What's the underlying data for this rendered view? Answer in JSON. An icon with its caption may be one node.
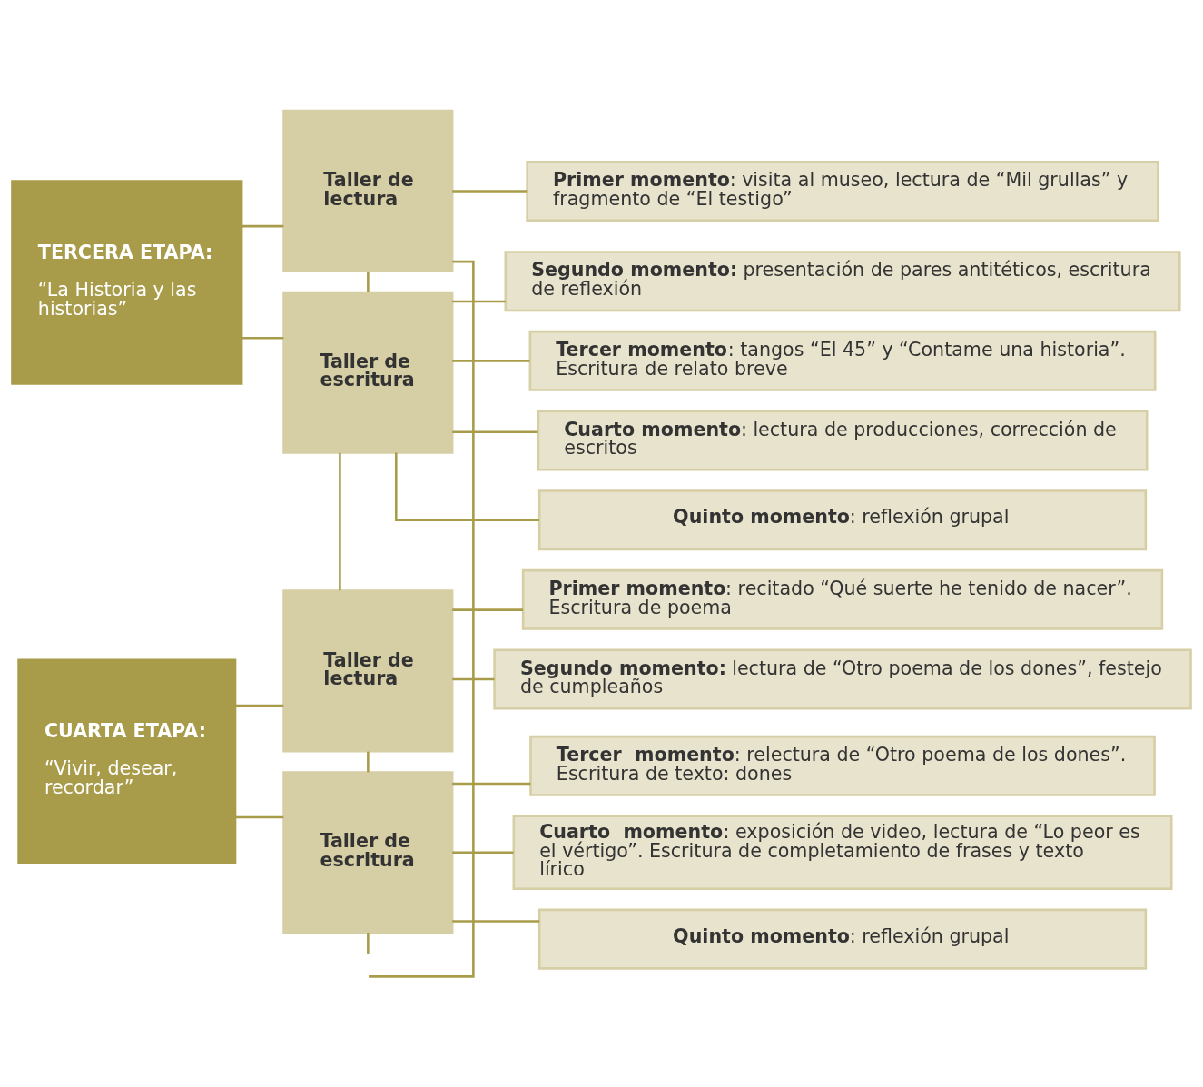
{
  "diagram": {
    "nodes": [
      {
        "text": [
          "TERCERA ETAPA:",
          "“La Historia y las historias”"
        ]
      },
      {
        "text": [
          "Taller de lectura"
        ]
      },
      {
        "text": [
          "Taller de escritura"
        ]
      },
      {
        "text": [
          "**Primer momento**: visita al museo, lectura de “Mil grullas” y fragmento de “El testigo”"
        ]
      },
      {
        "text": [
          "**Segundo momento:** presentación de pares antitéticos, escritura de reflexión"
        ]
      },
      {
        "text": [
          "**Tercer momento**: tangos “El 45” y “Contame una historia”. Escritura de relato breve"
        ]
      },
      {
        "text": [
          "**Cuarto momento**: lectura de producciones, corrección de escritos"
        ]
      },
      {
        "text": [
          "**Quinto momento**: reflexión grupal"
        ]
      },
      {
        "text": [
          "CUARTA ETAPA:",
          "“Vivir, desear, recordar”"
        ]
      },
      {
        "text": [
          "Taller de lectura"
        ]
      },
      {
        "text": [
          "Taller de escritura"
        ]
      },
      {
        "text": [
          "**Primer momento**: recitado “Qué suerte he tenido de nacer”. Escritura de poema"
        ]
      },
      {
        "text": [
          "**Segundo momento:** lectura de “Otro poema de los dones”, festejo de cumpleaños"
        ]
      },
      {
        "text": [
          "**Tercer  momento**: relectura de “Otro poema de los dones”. Escritura de texto: dones"
        ]
      },
      {
        "text": [
          "**Cuarto  momento**: exposición de video, lectura de “Lo peor es el vértigo”. Escritura de completamiento de frases y texto lírico"
        ]
      },
      {
        "text": [
          "**Quinto momento**: reflexión grupal"
        ]
      }
    ],
    "edges": [
      {
        "from": 0,
        "to": 1,
        "arrow": "none"
      },
      {
        "from": 0,
        "to": 2,
        "arrow": "none"
      },
      {
        "from": 1,
        "to": 3,
        "arrow": "none"
      },
      {
        "from": 2,
        "to": 4,
        "arrow": "none"
      },
      {
        "from": 2,
        "to": 5,
        "arrow": "none"
      },
      {
        "from": 2,
        "to": 6,
        "arrow": "none"
      },
      {
        "from": 2,
        "to": 7,
        "arrow": "none"
      },
      {
        "from": 8,
        "to": 9,
        "arrow": "none"
      },
      {
        "from": 8,
        "to": 10,
        "arrow": "none"
      },
      {
        "from": 9,
        "to": 11,
        "arrow": "none"
      },
      {
        "from": 9,
        "to": 12,
        "arrow": "none"
      },
      {
        "from": 10,
        "to": 13,
        "arrow": "none"
      },
      {
        "from": 10,
        "to": 14,
        "arrow": "none"
      },
      {
        "from": 10,
        "to": 15,
        "arrow": "none"
      },
      {
        "from": null,
        "to": 1,
        "arrow": "none"
      },
      {
        "from": 1,
        "to": 2,
        "arrow": "none"
      },
      {
        "from": 2,
        "to": 9,
        "arrow": "none"
      },
      {
        "from": 9,
        "to": 10,
        "arrow": "none"
      },
      {
        "from": 10,
        "to": null,
        "arrow": "none"
      }
    ]
  }
}
